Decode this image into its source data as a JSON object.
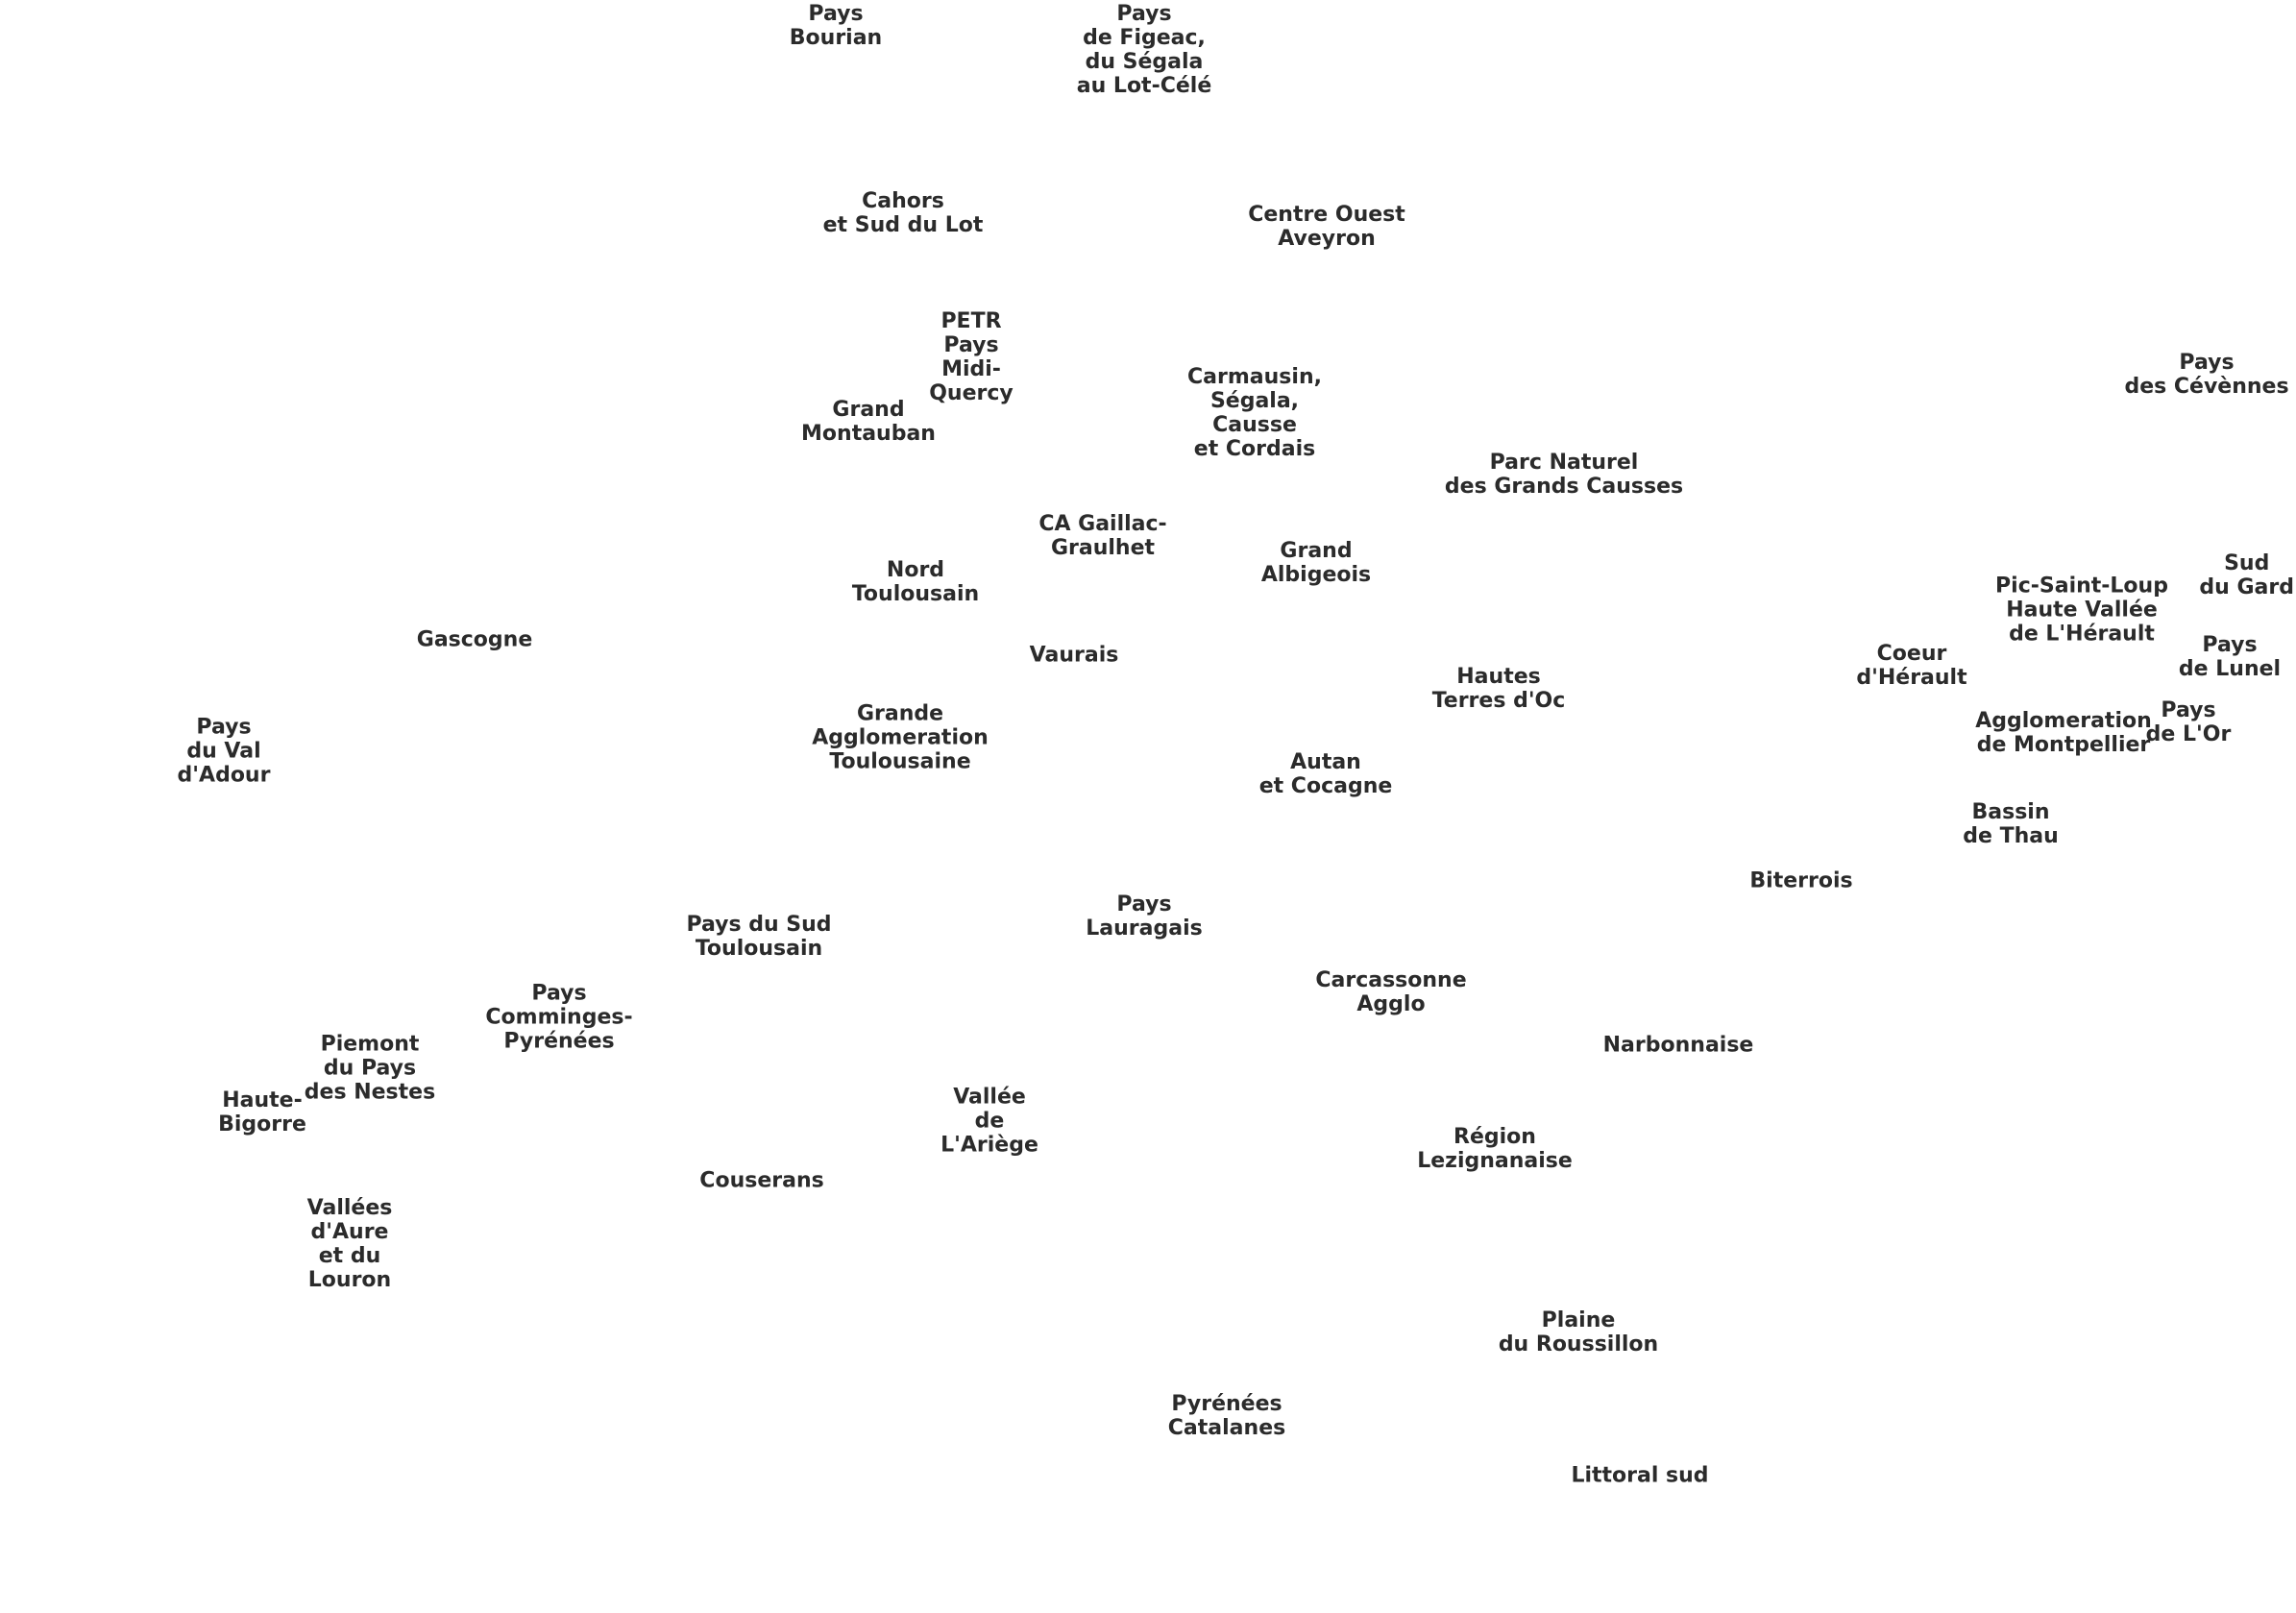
{
  "map": {
    "text_color": "#2b2b2b",
    "background": "#ffffff",
    "labels": [
      {
        "id": "pays-bourian",
        "text": "Pays\nBourian"
      },
      {
        "id": "pays-de-figeac",
        "text": "Pays\nde Figeac,\ndu Ségala\nau Lot-Célé"
      },
      {
        "id": "cahors",
        "text": "Cahors\net Sud du Lot"
      },
      {
        "id": "centre-ouest-aveyron",
        "text": "Centre Ouest\nAveyron"
      },
      {
        "id": "petr-midi-quercy",
        "text": "PETR\nPays\nMidi-\nQuercy"
      },
      {
        "id": "grand-montauban",
        "text": "Grand\nMontauban"
      },
      {
        "id": "carmausin",
        "text": "Carmausin,\nSégala,\nCausse\net Cordais"
      },
      {
        "id": "pays-des-cevennes",
        "text": "Pays\ndes Cévènnes"
      },
      {
        "id": "parc-grands-causses",
        "text": "Parc Naturel\ndes Grands Causses"
      },
      {
        "id": "gaillac-graulhet",
        "text": "CA Gaillac-\nGraulhet"
      },
      {
        "id": "grand-albigeois",
        "text": "Grand\nAlbigeois"
      },
      {
        "id": "nord-toulousain",
        "text": "Nord\nToulousain"
      },
      {
        "id": "sud-du-gard",
        "text": "Sud\ndu Gard"
      },
      {
        "id": "pic-saint-loup",
        "text": "Pic-Saint-Loup\nHaute Vallée\nde L'Hérault"
      },
      {
        "id": "gascogne",
        "text": "Gascogne"
      },
      {
        "id": "vaurais",
        "text": "Vaurais"
      },
      {
        "id": "coeur-herault",
        "text": "Coeur\nd'Hérault"
      },
      {
        "id": "pays-de-lunel",
        "text": "Pays\nde Lunel"
      },
      {
        "id": "hautes-terres-doc",
        "text": "Hautes\nTerres d'Oc"
      },
      {
        "id": "grande-agglo-toulousaine",
        "text": "Grande\nAgglomeration\nToulousaine"
      },
      {
        "id": "pays-de-lor",
        "text": "Pays\nde L'Or"
      },
      {
        "id": "agglo-montpellier",
        "text": "Agglomeration\nde Montpellier"
      },
      {
        "id": "pays-val-dadour",
        "text": "Pays\ndu Val\nd'Adour"
      },
      {
        "id": "autan-cocagne",
        "text": "Autan\net Cocagne"
      },
      {
        "id": "bassin-de-thau",
        "text": "Bassin\nde Thau"
      },
      {
        "id": "biterrois",
        "text": "Biterrois"
      },
      {
        "id": "pays-lauragais",
        "text": "Pays\nLauragais"
      },
      {
        "id": "pays-sud-toulousain",
        "text": "Pays du Sud\nToulousain"
      },
      {
        "id": "carcassonne-agglo",
        "text": "Carcassonne\nAgglo"
      },
      {
        "id": "pays-comminges",
        "text": "Pays\nComminges-\nPyrénées"
      },
      {
        "id": "narbonnaise",
        "text": "Narbonnaise"
      },
      {
        "id": "piemont-nestes",
        "text": "Piemont\ndu Pays\ndes Nestes"
      },
      {
        "id": "haute-bigorre",
        "text": "Haute-\nBigorre"
      },
      {
        "id": "vallee-ariege",
        "text": "Vallée\nde\nL'Ariège"
      },
      {
        "id": "region-lezignanaise",
        "text": "Région\nLezignanaise"
      },
      {
        "id": "couserans",
        "text": "Couserans"
      },
      {
        "id": "vallees-aure-louron",
        "text": "Vallées\nd'Aure\net du\nLouron"
      },
      {
        "id": "plaine-roussillon",
        "text": "Plaine\ndu Roussillon"
      },
      {
        "id": "pyrenees-catalanes",
        "text": "Pyrénées\nCatalanes"
      },
      {
        "id": "littoral-sud",
        "text": "Littoral sud"
      }
    ]
  }
}
